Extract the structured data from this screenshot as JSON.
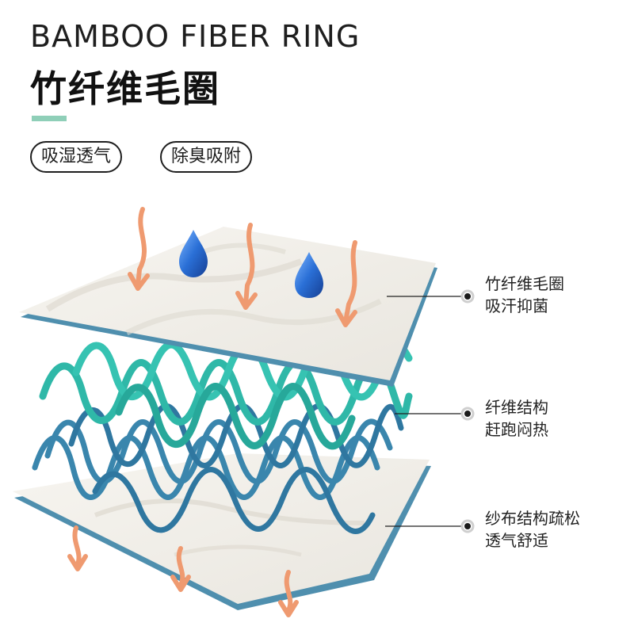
{
  "header": {
    "title_en": "BAMBOO FIBER RING",
    "title_cn": "竹纤维毛圈",
    "accent_color": "#8fcfb8"
  },
  "tags": [
    {
      "label": "吸湿透气"
    },
    {
      "label": "除臭吸附"
    }
  ],
  "callouts": [
    {
      "line1": "竹纤维毛圈",
      "line2": "吸汗抑菌"
    },
    {
      "line1": "纤维结构",
      "line2": "赶跑闷热"
    },
    {
      "line1": "纱布结构疏松",
      "line2": "透气舒适"
    }
  ],
  "colors": {
    "fabric": "#f3f1ec",
    "fabric_edge": "#4f8fae",
    "wave_teal": "#2fb8a8",
    "wave_blue": "#3a86ad",
    "arrow": "#ef9a70",
    "drop": "#2a6fd6"
  },
  "icons": [
    "down-arrow-icon",
    "water-drop-icon",
    "callout-dot-icon"
  ]
}
